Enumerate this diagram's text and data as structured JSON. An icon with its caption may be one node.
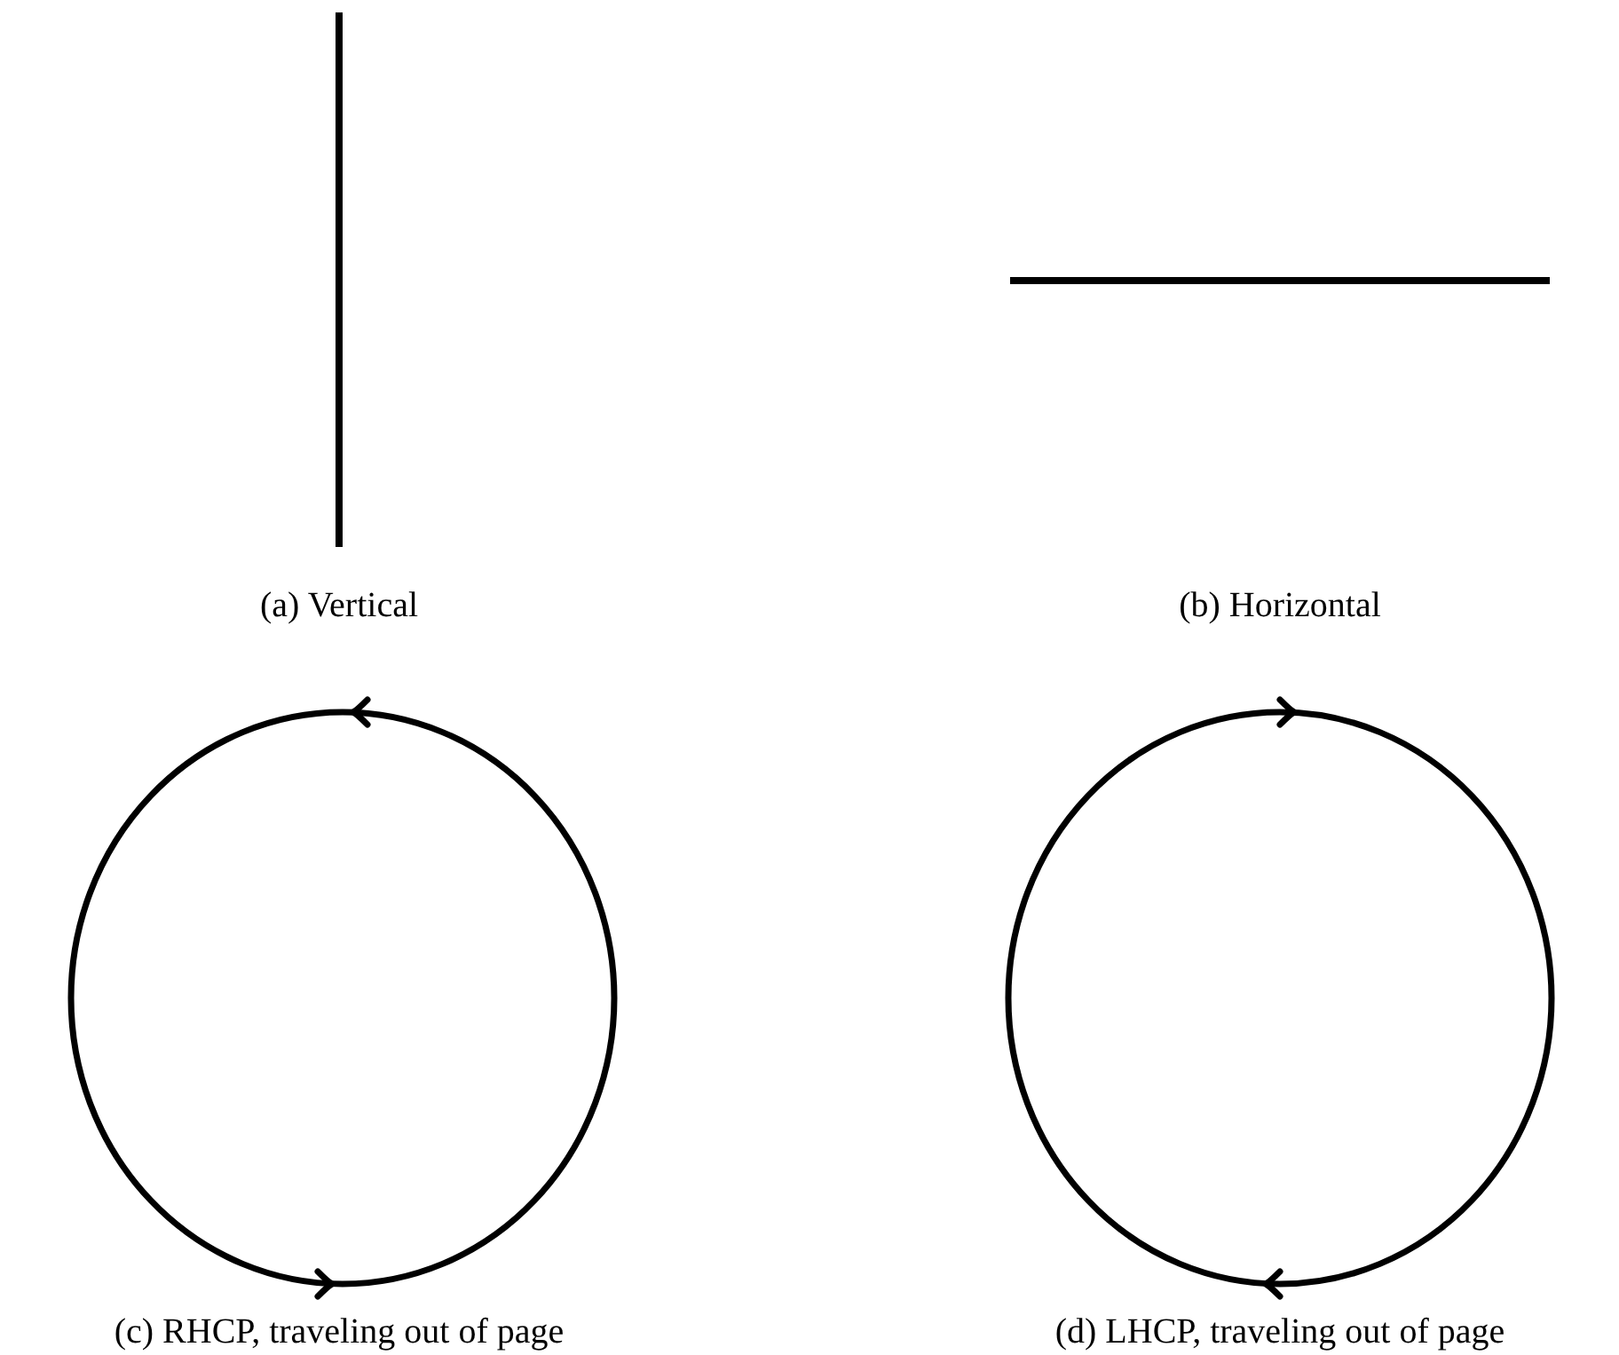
{
  "diagram": {
    "labels": [
      "(a) Vertical",
      "(b) Horizontal",
      "(c) RHCP, traveling out of page",
      "(d) LHCP, traveling out of page"
    ]
  }
}
